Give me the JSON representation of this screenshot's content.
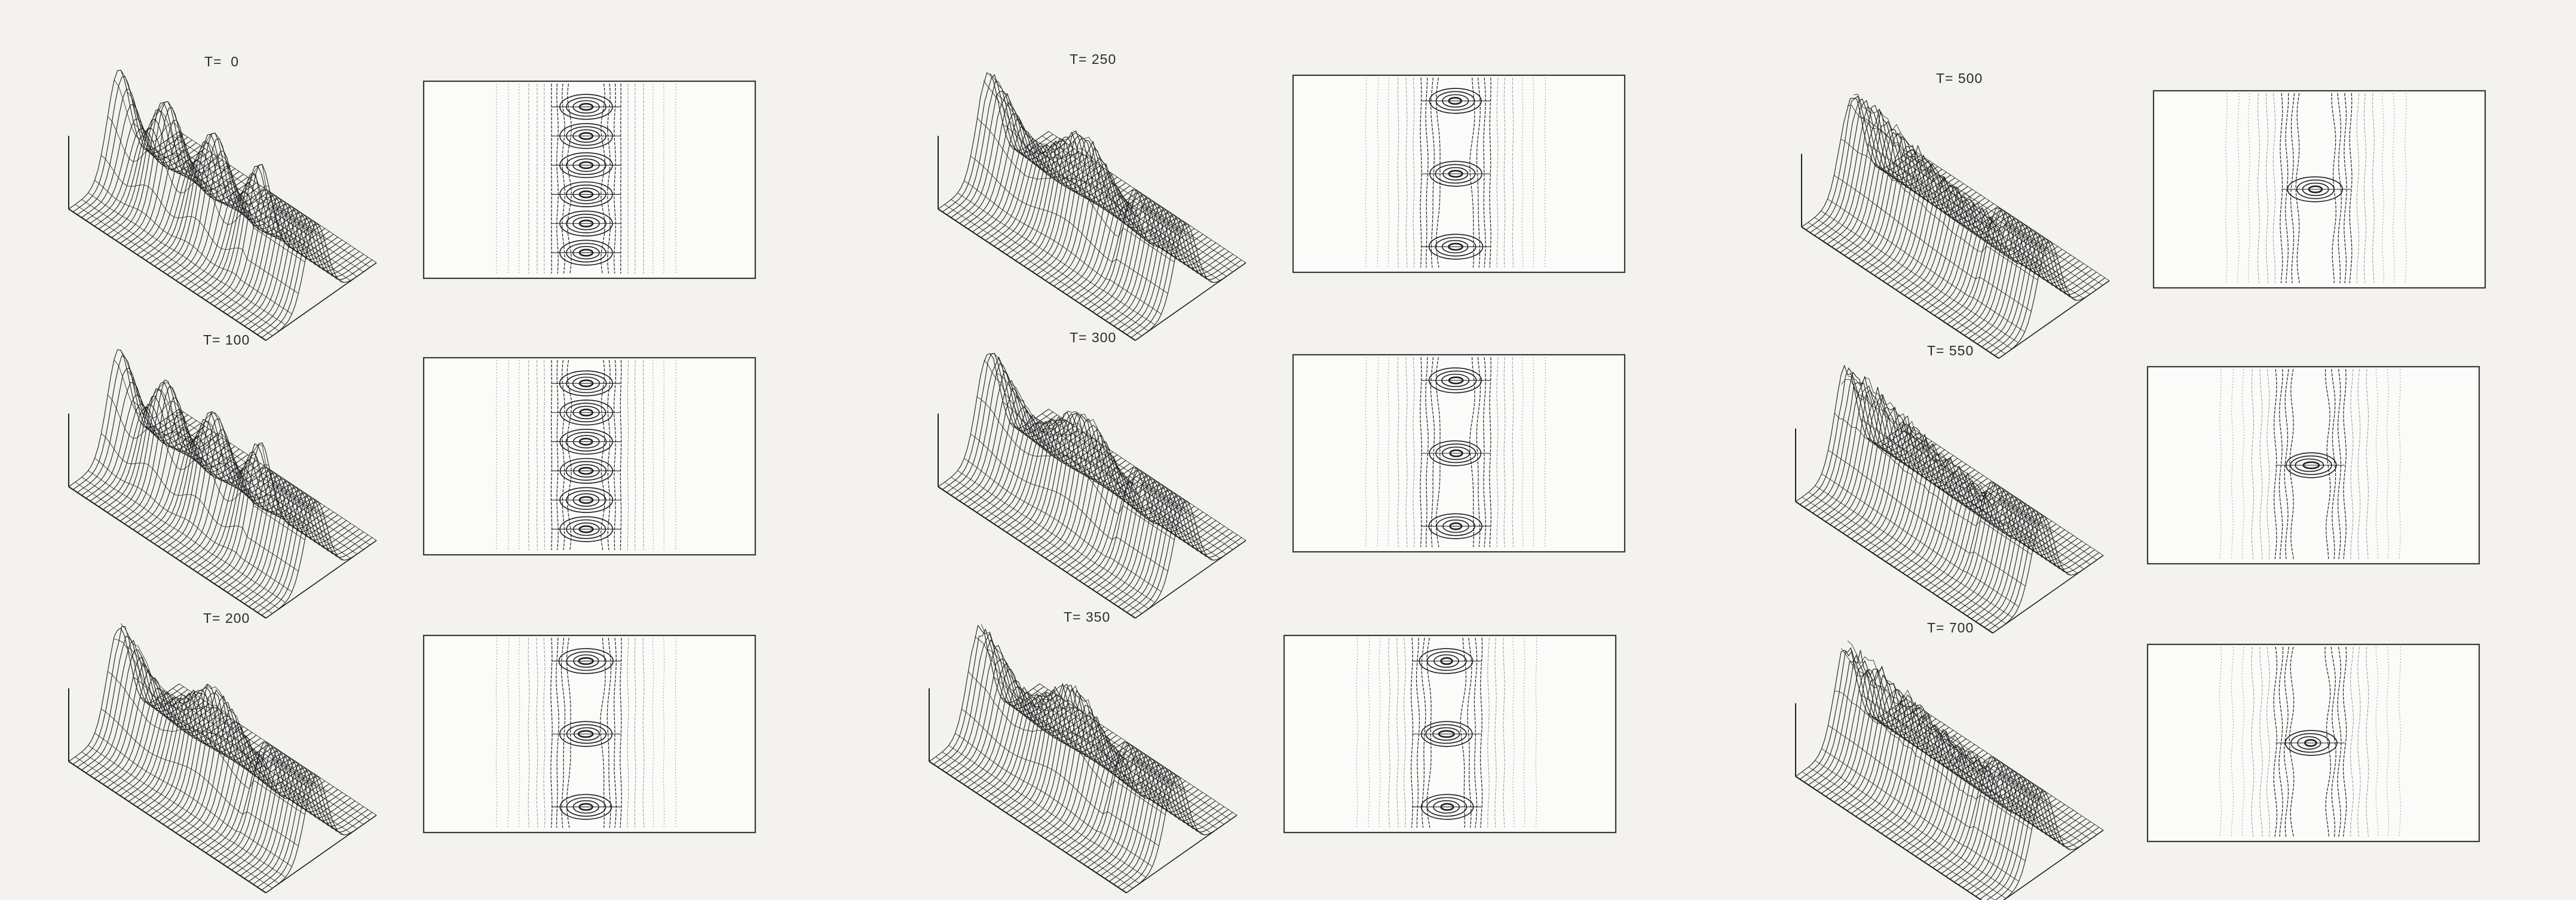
{
  "figure": {
    "panels": [
      {
        "label": "T=  0",
        "peaks": 6,
        "disorder": 0.0
      },
      {
        "label": "T= 100",
        "peaks": 6,
        "disorder": 0.15
      },
      {
        "label": "T= 200",
        "peaks": 3,
        "disorder": 0.35
      },
      {
        "label": "T= 250",
        "peaks": 3,
        "disorder": 0.3
      },
      {
        "label": "T= 300",
        "peaks": 3,
        "disorder": 0.35
      },
      {
        "label": "T= 350",
        "peaks": 3,
        "disorder": 0.45
      },
      {
        "label": "T= 500",
        "peaks": 1,
        "disorder": 0.6
      },
      {
        "label": "T= 550",
        "peaks": 1,
        "disorder": 0.7
      },
      {
        "label": "T= 700",
        "peaks": 1,
        "disorder": 0.85
      }
    ],
    "colors": {
      "ink": "#1e1e1e",
      "paper": "#f3f2ef",
      "panel_fill": "#fbfbf9",
      "faint_ink": "#9a9a9a"
    }
  }
}
